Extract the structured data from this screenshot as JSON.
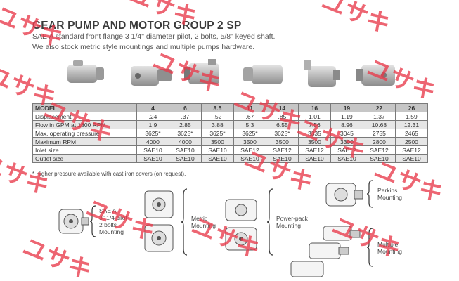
{
  "page": {
    "title": "GEAR PUMP AND MOTOR GROUP 2 SP",
    "subtitle_line1": "SAE A standard front flange 3 1/4\" diameter pilot, 2 bolts, 5/8\" keyed shaft.",
    "subtitle_line2": "We also stock metric style mountings and multiple pumps hardware."
  },
  "table": {
    "header": [
      "MODEL",
      "4",
      "6",
      "8.5",
      "11",
      "14",
      "16",
      "19",
      "22",
      "26"
    ],
    "rows": [
      [
        "Displacement",
        ".24",
        ".37",
        ".52",
        ".67",
        ".85",
        "1.01",
        "1.19",
        "1.37",
        "1.59"
      ],
      [
        "Flow in GPM at 1800 RPM",
        "1.9",
        "2.85",
        "3.88",
        "5.3",
        "6.55",
        "7.56",
        "8.96",
        "10.68",
        "12.31"
      ],
      [
        "Max. operating pressure",
        "3625*",
        "3625*",
        "3625*",
        "3625*",
        "3625*",
        "3335",
        "3045",
        "2755",
        "2465"
      ],
      [
        "Maximum RPM",
        "4000",
        "4000",
        "3500",
        "3500",
        "3500",
        "3500",
        "3300",
        "2800",
        "2500"
      ],
      [
        "Inlet size",
        "SAE10",
        "SAE10",
        "SAE10",
        "SAE12",
        "SAE12",
        "SAE12",
        "SAE12",
        "SAE12",
        "SAE12"
      ],
      [
        "Outlet size",
        "SAE10",
        "SAE10",
        "SAE10",
        "SAE10",
        "SAE10",
        "SAE10",
        "SAE10",
        "SAE10",
        "SAE10"
      ]
    ]
  },
  "footnote": "* Higher pressure available with cast iron covers (on request).",
  "mountings": {
    "sae": [
      "SAE A",
      "3\" 1/4 pilot",
      "2 bolts",
      "Mounting"
    ],
    "metric": [
      "Metric",
      "Mounting"
    ],
    "powerpack": [
      "Power-pack",
      "Mounting"
    ],
    "perkins": [
      "Perkins",
      "Mounting"
    ],
    "multiple": [
      "Multiple",
      "Mounting"
    ]
  },
  "watermark": {
    "text": "ユサキ",
    "color": "#e83a4a"
  },
  "colors": {
    "header_bg": "#c6c6c6",
    "alt_row_bg": "#e6e6e6",
    "border": "#7a7a7a"
  }
}
